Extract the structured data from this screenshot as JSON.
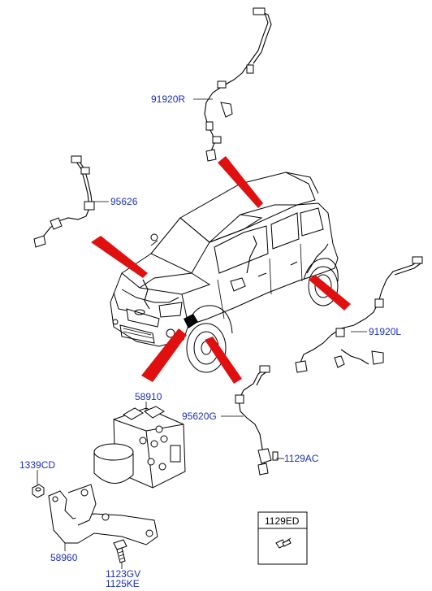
{
  "labels": {
    "p91920R": "91920R",
    "p95626": "95626",
    "p91920L": "91920L",
    "p58910": "58910",
    "p95620G": "95620G",
    "p1339CD": "1339CD",
    "p1129AC": "1129AC",
    "p58960": "58960",
    "p1123GV": "1123GV",
    "p1125KE": "1125KE",
    "p1129ED": "1129ED"
  },
  "colors": {
    "label": "#1a2fb8",
    "pointer": "#e01010",
    "line": "#000000"
  }
}
